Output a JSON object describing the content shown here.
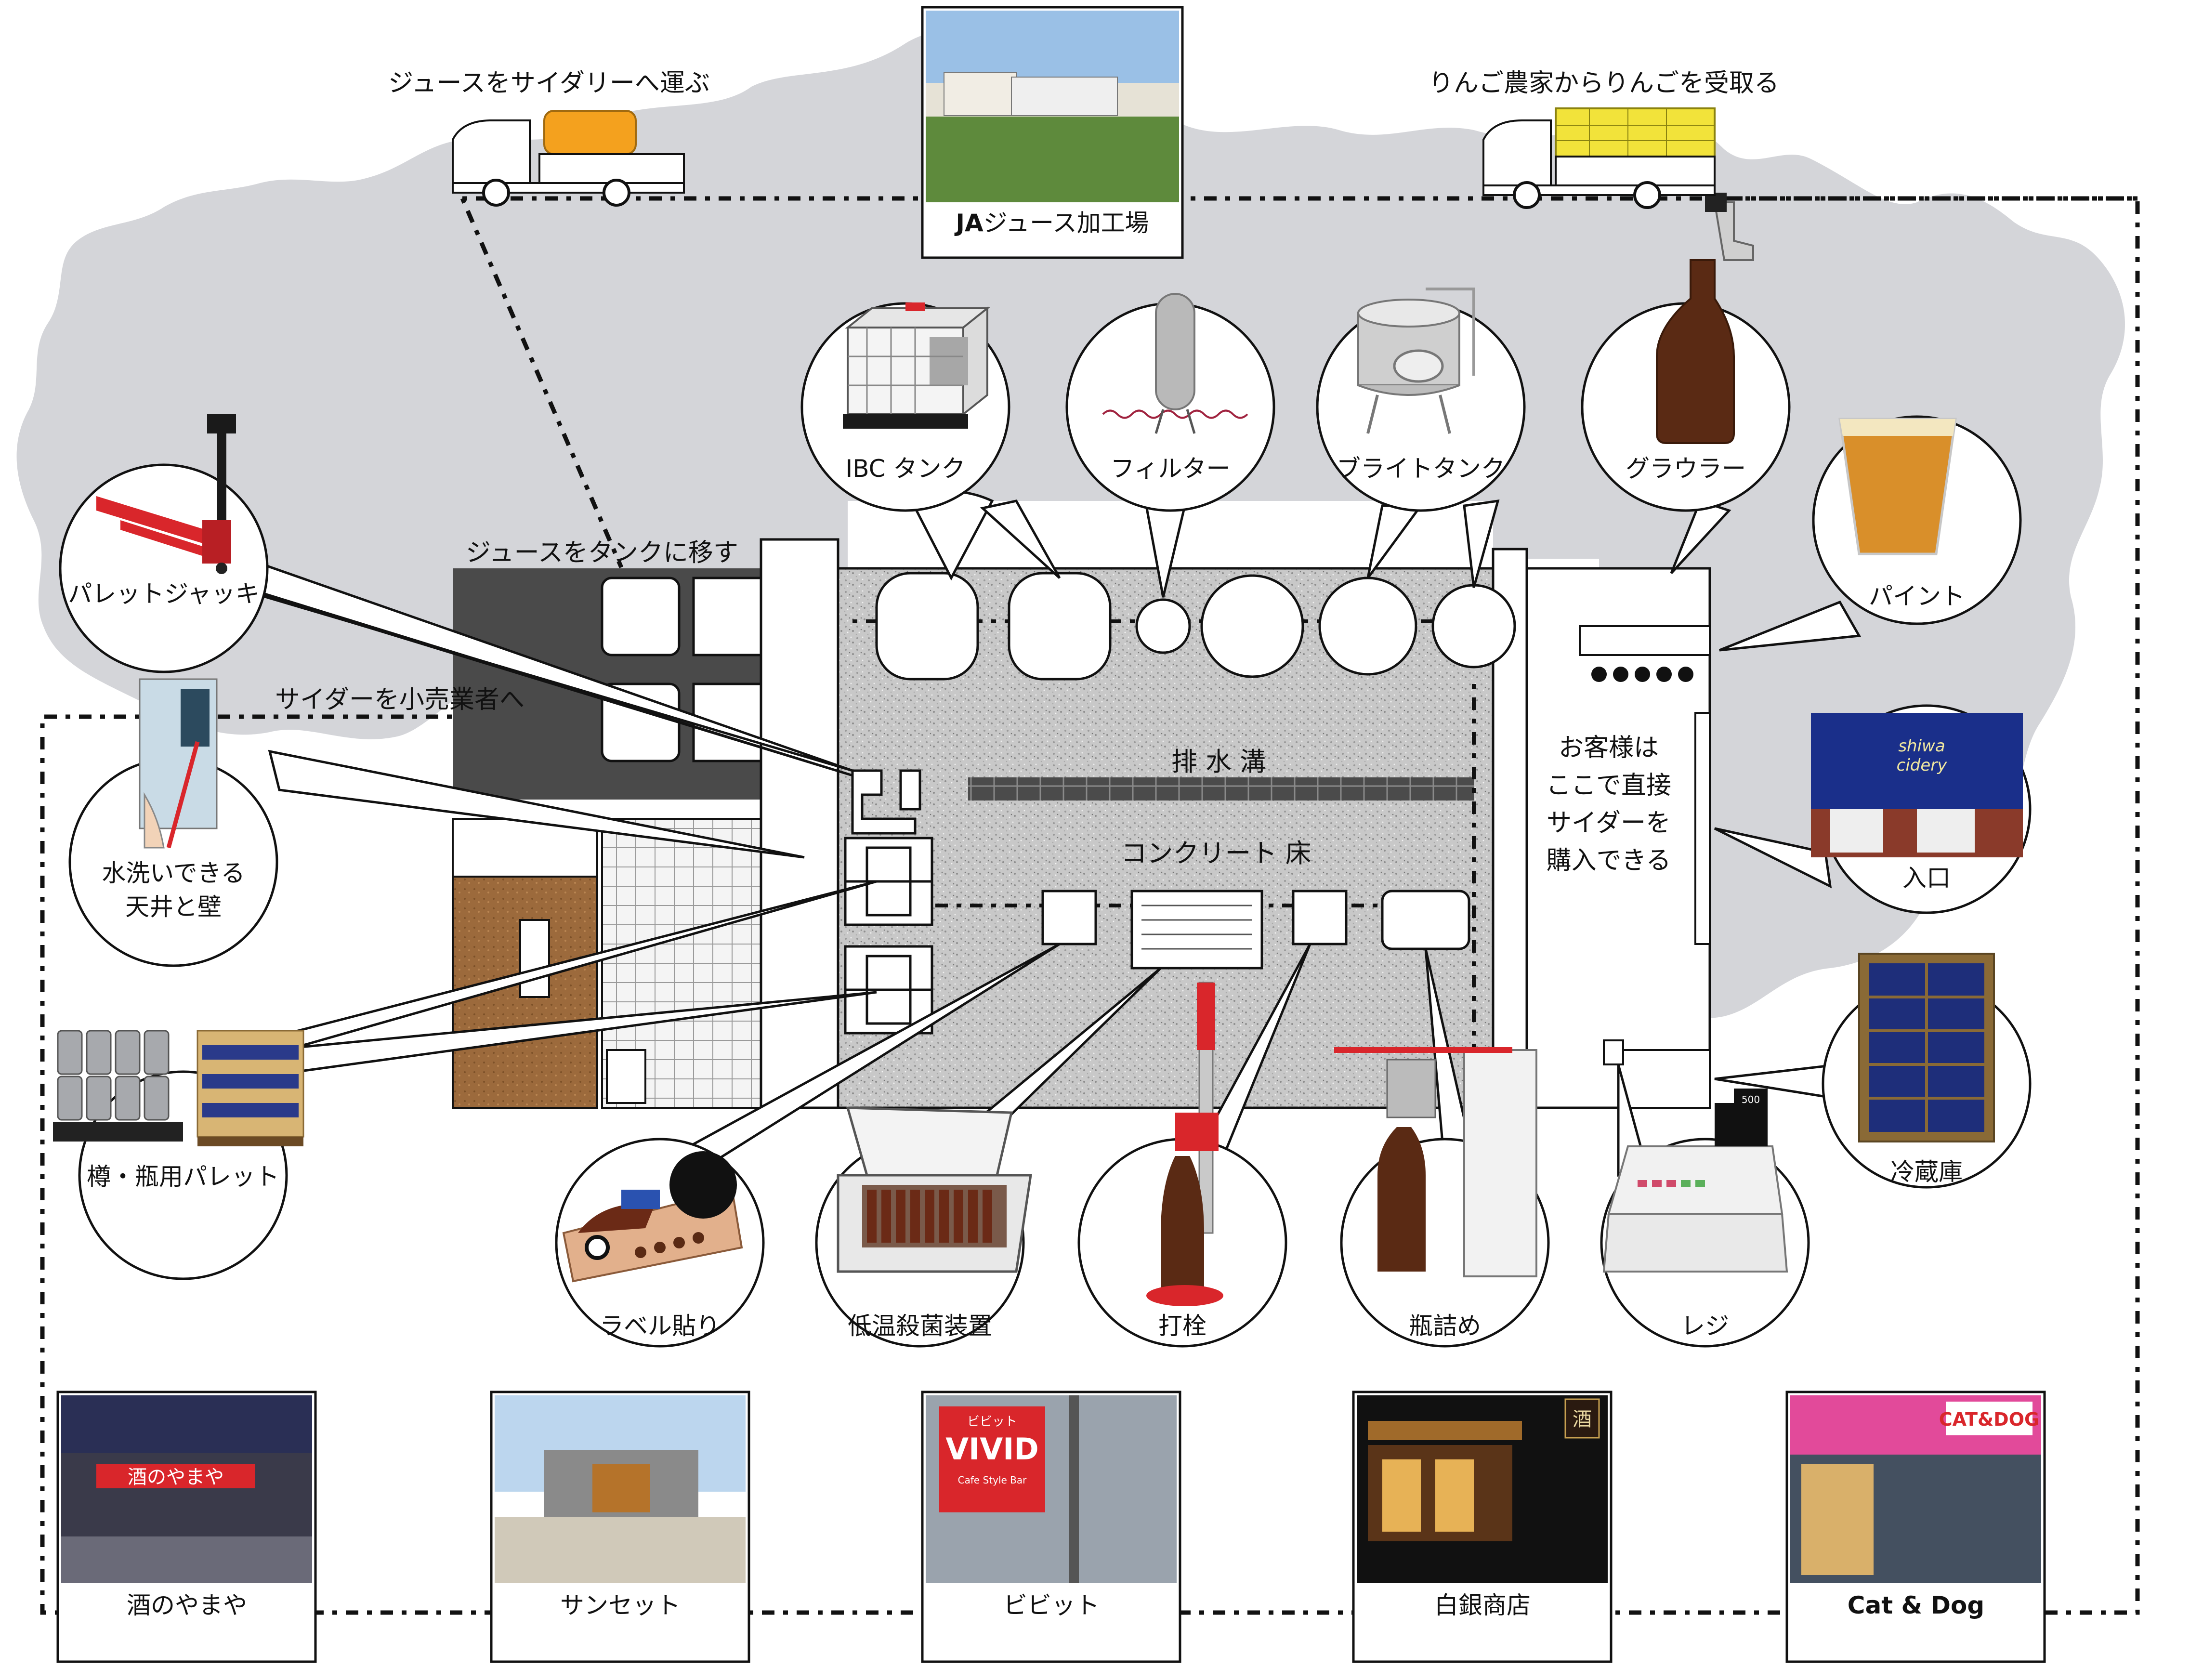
{
  "flows": {
    "juice_to_cidery": "ジュースをサイダリーへ運ぶ",
    "apples_from_farmers": "りんご農家からりんごを受取る",
    "juice_to_tank": "ジュースをタンクに移す",
    "cider_to_retailers": "サイダーを小売業者へ"
  },
  "juice_plant": {
    "bold_prefix": "JA",
    "label": "ジュース加工場"
  },
  "equipment": {
    "ibc_tank": "IBC タンク",
    "filter": "フィルター",
    "bright_tank": "ブライトタンク",
    "growler": "グラウラー",
    "pint": "パイント",
    "pallet_jack": "パレットジャッキ",
    "washable_line1": "水洗いできる",
    "washable_line2": "天井と壁",
    "keg_pallet": "樽・瓶用パレット",
    "label_applier": "ラベル貼り",
    "pasteurizer": "低温殺菌装置",
    "capper": "打栓",
    "bottling": "瓶詰め",
    "register": "レジ",
    "fridge": "冷蔵庫",
    "entrance": "入口",
    "register_display": "500"
  },
  "floor": {
    "drain": "排 水 溝",
    "concrete": "コンクリート 床",
    "customer_line1": "お客様は",
    "customer_line2": "ここで直接",
    "customer_line3": "サイダーを",
    "customer_line4": "購入できる"
  },
  "noren": {
    "line1": "shiwa",
    "line2": "cidery"
  },
  "retailers": [
    {
      "name": "酒のやまや",
      "sign": "酒のやまや"
    },
    {
      "name": "サンセット"
    },
    {
      "name": "ビビット",
      "sign_small": "ビビット",
      "sign": "VIVID",
      "sign_sub": "Cafe Style Bar"
    },
    {
      "name": "白銀商店",
      "sign": "酒"
    },
    {
      "name": "Cat & Dog",
      "sign": "CAT&DOG"
    }
  ],
  "colors": {
    "map_gray": "#d4d5d9",
    "floor_gray": "#c9c9c9",
    "drain_dark": "#4a4a4a",
    "equipment_red": "#d9262b",
    "truck_tank_orange": "#f4a11e",
    "apple_crate_yellow": "#f2e33a",
    "noren_blue": "#1a2f8a"
  }
}
